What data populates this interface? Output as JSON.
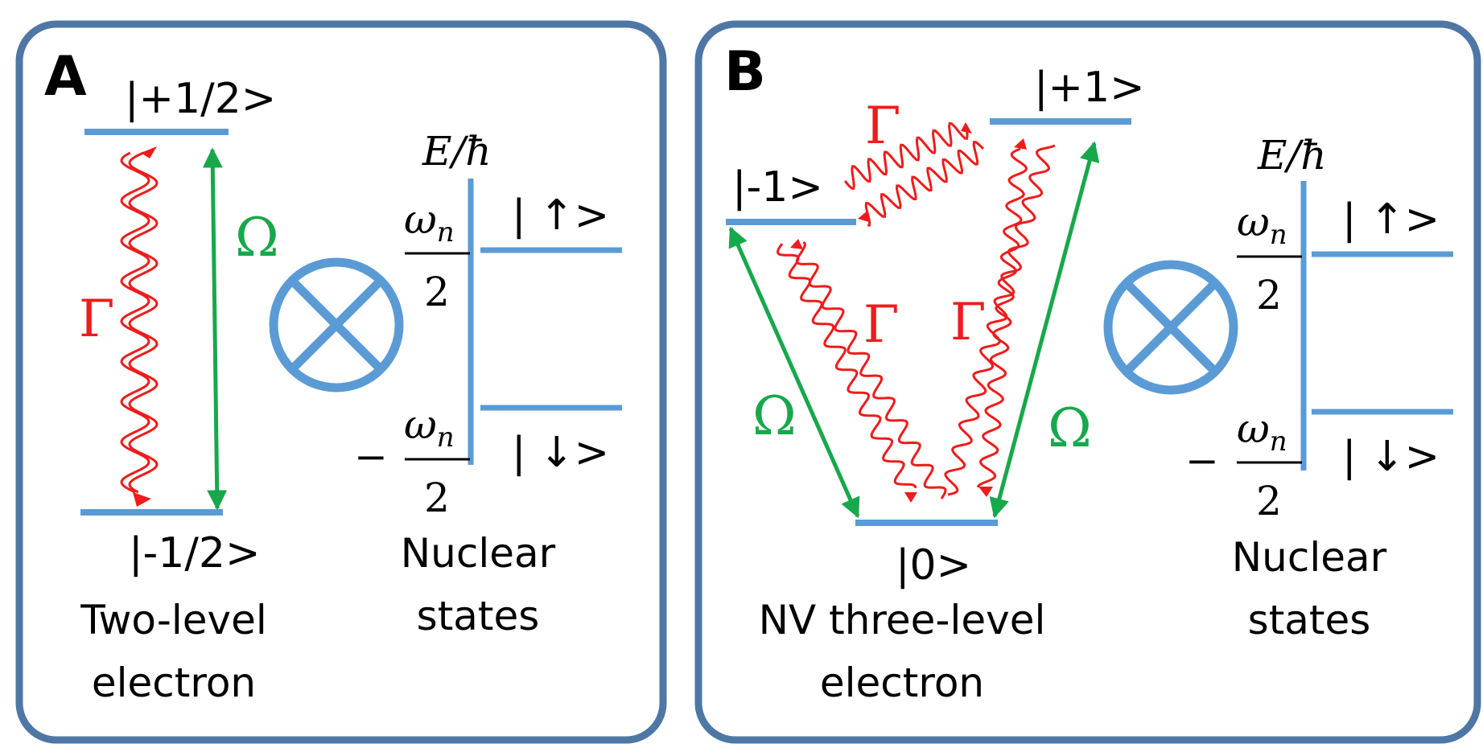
{
  "colors": {
    "panel_border": "#4e77a5",
    "level_line": "#5b9bd5",
    "decay": "#ee1c1c",
    "drive": "#17a84b",
    "text": "#000000"
  },
  "icons": [
    "tensor-product-icon",
    "wavy-decay-arrow-icon",
    "double-arrow-icon"
  ],
  "panel_a": {
    "letter": "A",
    "upper_state": "|+1/2>",
    "lower_state": "|-1/2>",
    "decay_symbol": "Γ",
    "drive_symbol": "Ω",
    "caption_line1": "Two-level",
    "caption_line2": "electron",
    "energy_axis_label": "E/ħ",
    "upper_energy_num": "ω",
    "upper_energy_sub": "n",
    "upper_energy_den": "2",
    "lower_energy_sign": "−",
    "lower_energy_num": "ω",
    "lower_energy_sub": "n",
    "lower_energy_den": "2",
    "spin_up_state": "| ↑>",
    "spin_down_state": "| ↓>",
    "nuclear_line1": "Nuclear",
    "nuclear_line2": "states"
  },
  "panel_b": {
    "letter": "B",
    "plus_state": "|+1>",
    "minus_state": "|-1>",
    "zero_state": "|0>",
    "decay_top": "Γ",
    "decay_left": "Γ",
    "decay_right": "Γ",
    "drive_left": "Ω",
    "drive_right": "Ω",
    "caption_line1": "NV three-level",
    "caption_line2": "electron",
    "energy_axis_label": "E/ħ",
    "upper_energy_num": "ω",
    "upper_energy_sub": "n",
    "upper_energy_den": "2",
    "lower_energy_sign": "−",
    "lower_energy_num": "ω",
    "lower_energy_sub": "n",
    "lower_energy_den": "2",
    "spin_up_state": "| ↑>",
    "spin_down_state": "| ↓>",
    "nuclear_line1": "Nuclear",
    "nuclear_line2": "states"
  }
}
